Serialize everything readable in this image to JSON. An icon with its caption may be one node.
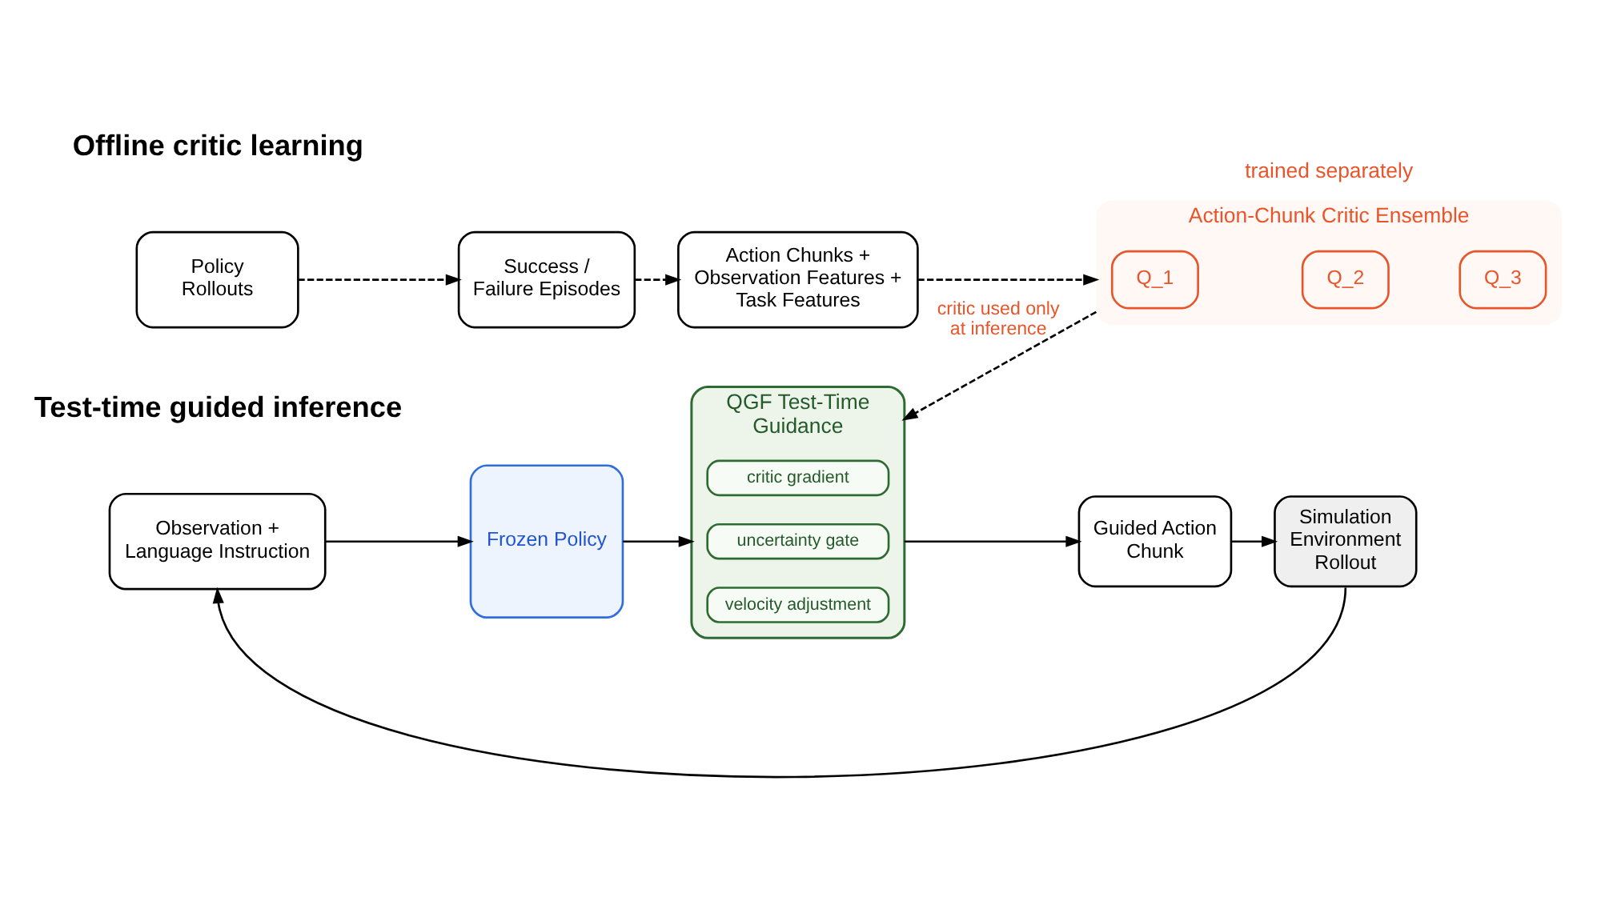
{
  "diagram": {
    "nodes": [
      {
        "text": [
          "Policy Rollouts"
        ]
      },
      {
        "text": [
          "Success / Failure Episodes"
        ]
      },
      {
        "text": [
          "Action Chunks + Observation Features + Task Features"
        ]
      },
      {
        "text": [
          "Action-Chunk Critic Ensemble"
        ],
        "beside": [
          "trained separately"
        ]
      },
      {
        "text": [
          "Q_1"
        ],
        "in": 3
      },
      {
        "text": [
          "Q_2"
        ],
        "in": 3
      },
      {
        "text": [
          "Q_3"
        ],
        "in": 3
      },
      {
        "text": [
          "Observation + Language Instruction"
        ]
      },
      {
        "text": [
          "Frozen Policy"
        ]
      },
      {
        "text": [
          "QGF Test-Time Guidance"
        ]
      },
      {
        "text": [
          "critic gradient"
        ],
        "in": 9
      },
      {
        "text": [
          "uncertainty gate"
        ],
        "in": 9
      },
      {
        "text": [
          "velocity adjustment"
        ],
        "in": 9
      },
      {
        "text": [
          "Guided Action Chunk"
        ]
      },
      {
        "text": [
          "Simulation Environment Rollout"
        ]
      }
    ],
    "edges": [
      {
        "from": 0,
        "to": 1,
        "arrow": "to",
        "style": "dashed"
      },
      {
        "from": 1,
        "to": 2,
        "arrow": "to",
        "style": "dashed"
      },
      {
        "from": 2,
        "to": 3,
        "arrow": "to",
        "style": "dashed"
      },
      {
        "from": 3,
        "to": 9,
        "arrow": "to",
        "style": "dashed",
        "label": "critic used only at inference"
      },
      {
        "from": 7,
        "to": 8,
        "arrow": "to"
      },
      {
        "from": 8,
        "to": 9,
        "arrow": "to"
      },
      {
        "from": 9,
        "to": 13,
        "arrow": "to"
      },
      {
        "from": 13,
        "to": 14,
        "arrow": "to"
      },
      {
        "from": 14,
        "to": 7,
        "arrow": "to"
      }
    ],
    "labels": [
      "Offline critic learning",
      "Test-time guided inference"
    ]
  }
}
